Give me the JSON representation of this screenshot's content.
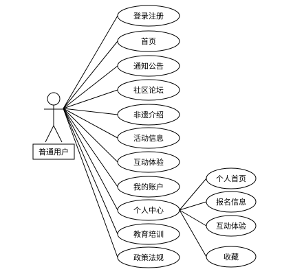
{
  "actor": {
    "name": "普通用户"
  },
  "use_cases": [
    {
      "id": "login",
      "label": "登录注册"
    },
    {
      "id": "home",
      "label": "首页"
    },
    {
      "id": "notice",
      "label": "通知公告"
    },
    {
      "id": "forum",
      "label": "社区论坛"
    },
    {
      "id": "heritage",
      "label": "非遗介绍"
    },
    {
      "id": "activity",
      "label": "活动信息"
    },
    {
      "id": "interact",
      "label": "互动体验"
    },
    {
      "id": "account",
      "label": "我的账户"
    },
    {
      "id": "center",
      "label": "个人中心"
    },
    {
      "id": "training",
      "label": "教育培训"
    },
    {
      "id": "policy",
      "label": "政策法规"
    }
  ],
  "sub_use_cases": [
    {
      "id": "profile",
      "label": "个人首页"
    },
    {
      "id": "signup",
      "label": "报名信息"
    },
    {
      "id": "interact2",
      "label": "互动体验"
    },
    {
      "id": "favorite",
      "label": "收藏"
    }
  ]
}
